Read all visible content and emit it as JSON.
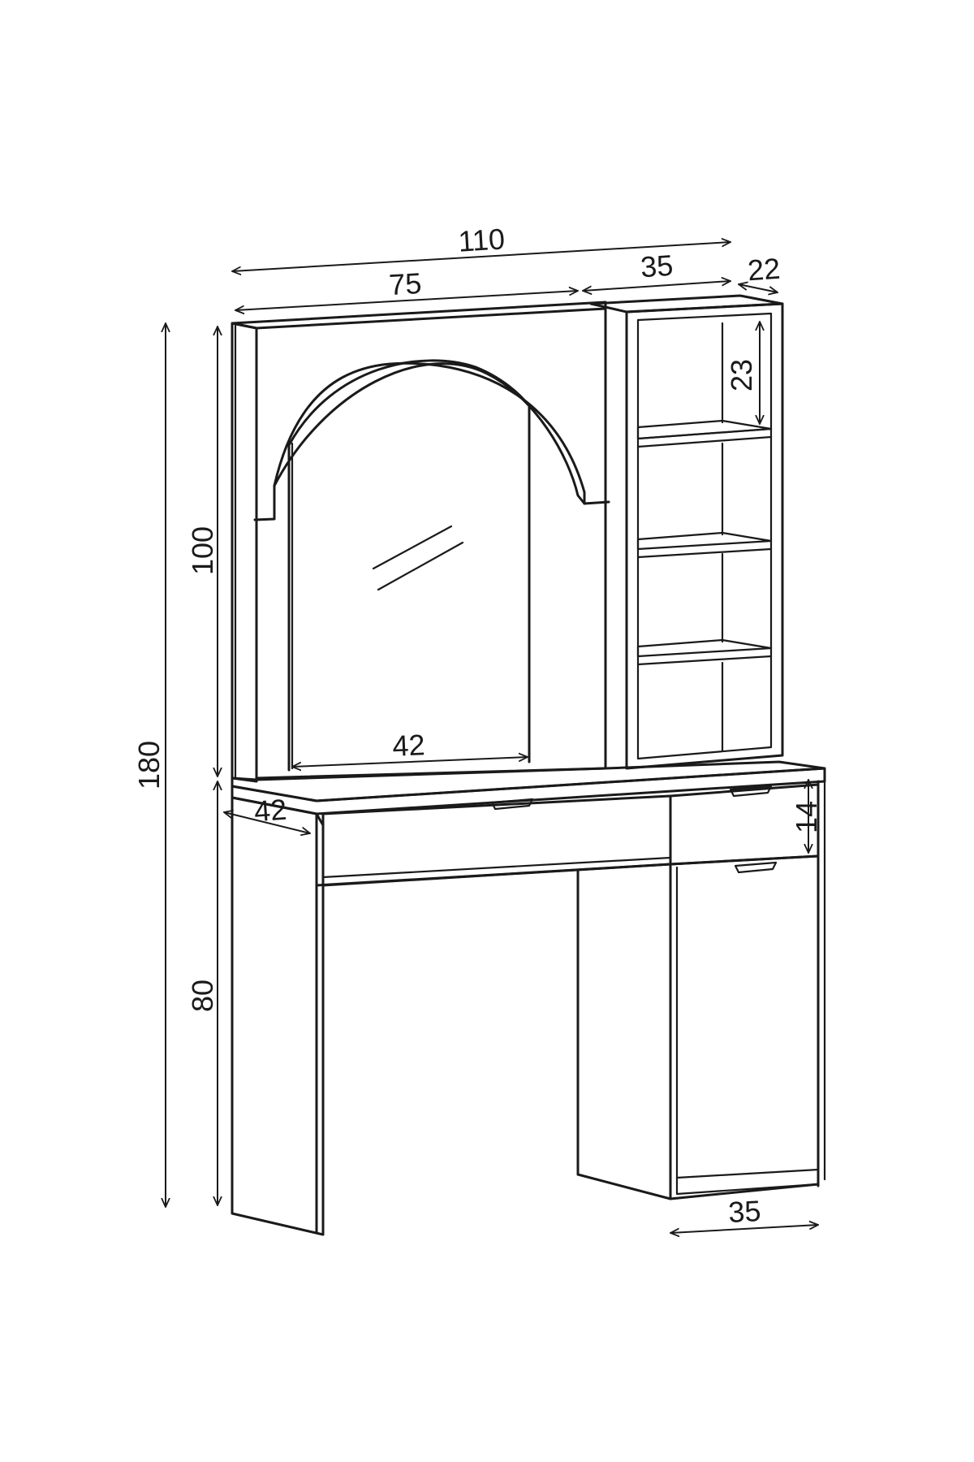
{
  "drawing": {
    "subject": "dressing-table-with-arched-mirror-and-shelf-unit",
    "line_color": "#1a1a1a",
    "background": "#ffffff"
  },
  "dimensions": {
    "total_width": "110",
    "mirror_section_width": "75",
    "shelf_section_width": "35",
    "shelf_depth": "22",
    "shelf_spacing": "23",
    "total_height": "180",
    "upper_height": "100",
    "lower_height": "80",
    "mirror_width": "42",
    "table_depth": "42",
    "drawer_height": "14",
    "cabinet_width": "35"
  },
  "arrowhead": {
    "marker_id": "arr",
    "shape": "open-chevron"
  }
}
